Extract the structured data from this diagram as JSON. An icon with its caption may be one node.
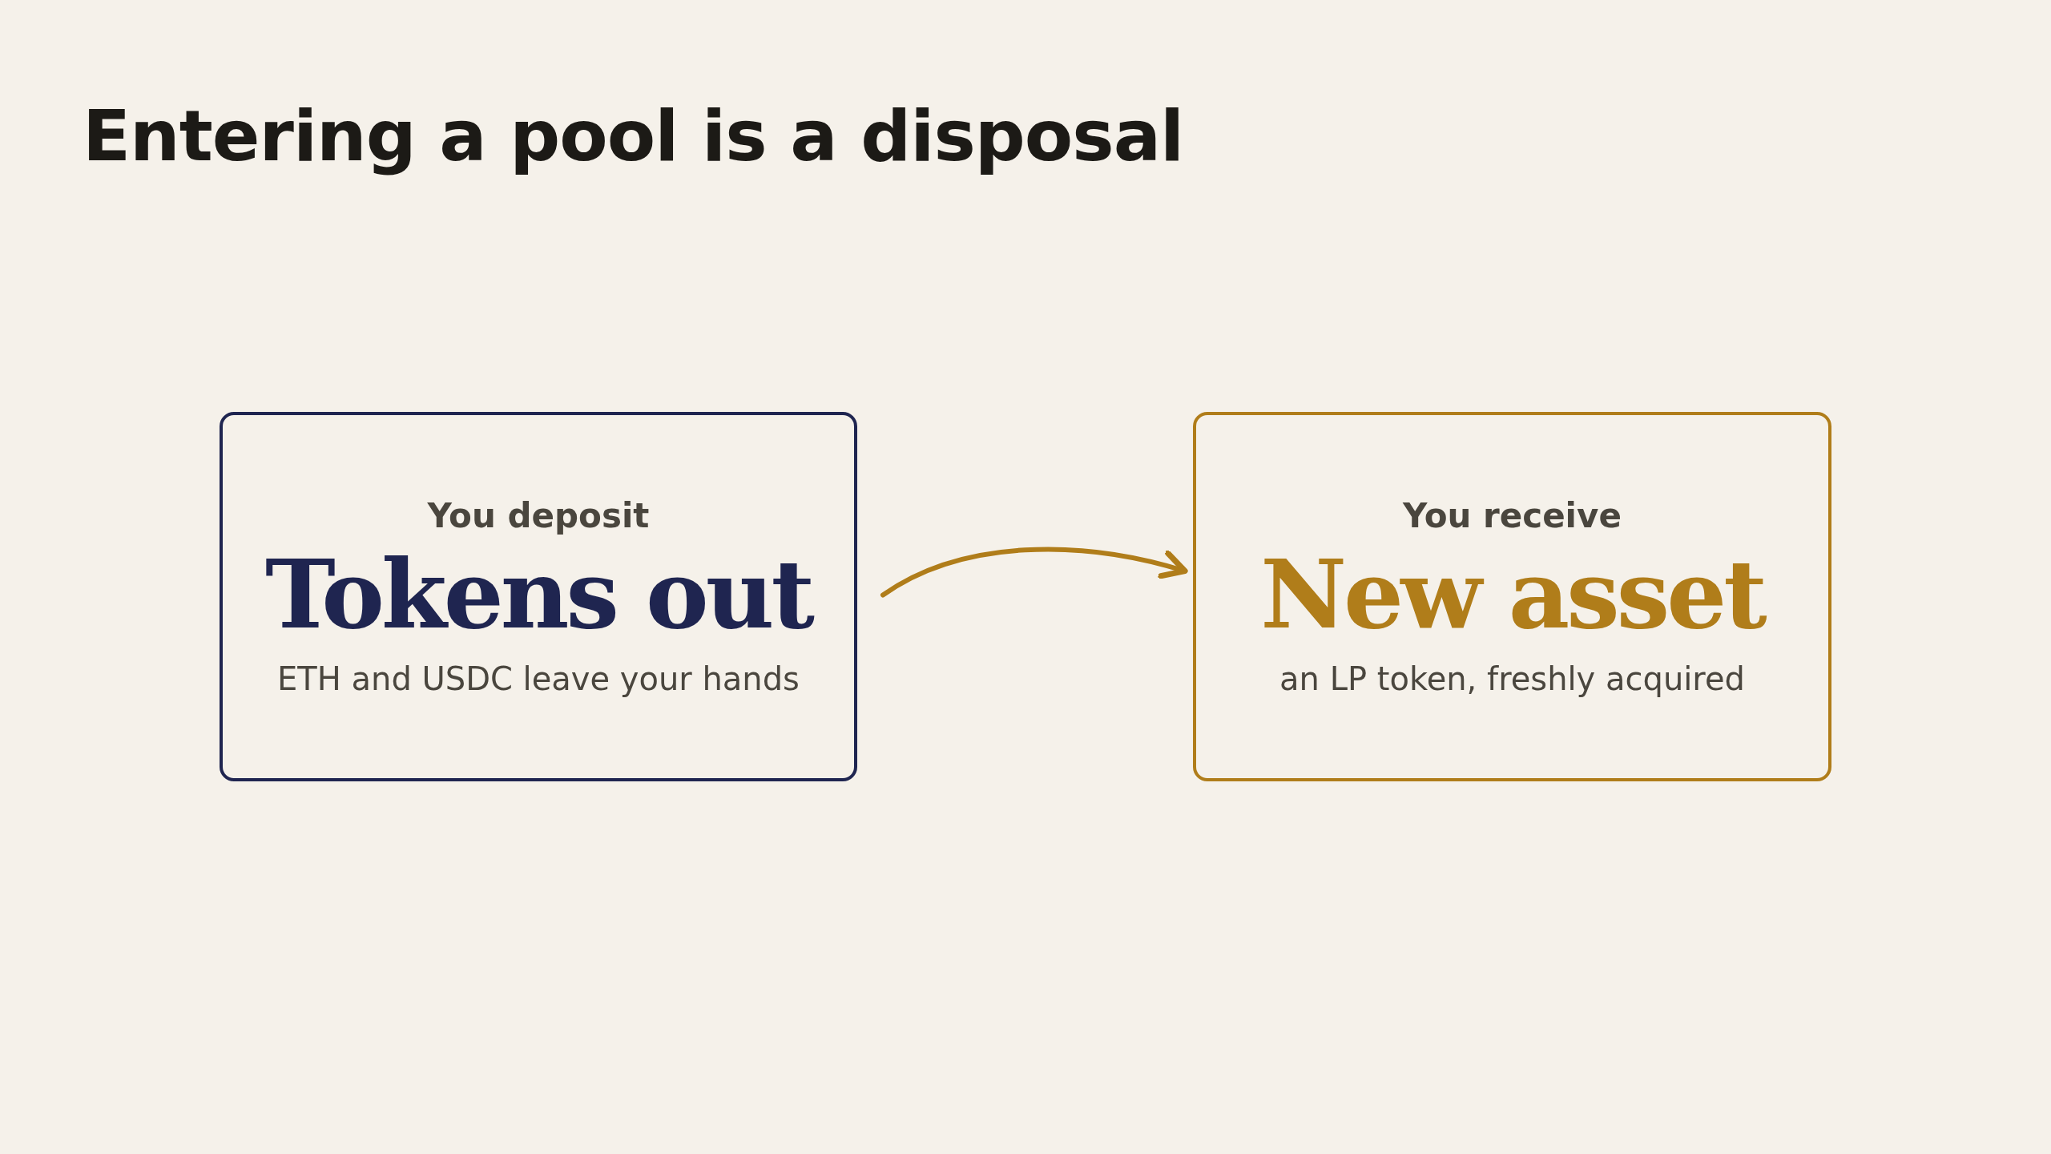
{
  "diagram": {
    "title": "Entering a pool is a disposal",
    "nodes": [
      {
        "text": [
          "You deposit",
          "Tokens out",
          "ETH and USDC leave your hands"
        ]
      },
      {
        "text": [
          "You receive",
          "New asset",
          "an LP token, freshly acquired"
        ]
      }
    ],
    "edges": [
      {
        "from": 0,
        "to": 1,
        "arrow": "to"
      }
    ]
  }
}
